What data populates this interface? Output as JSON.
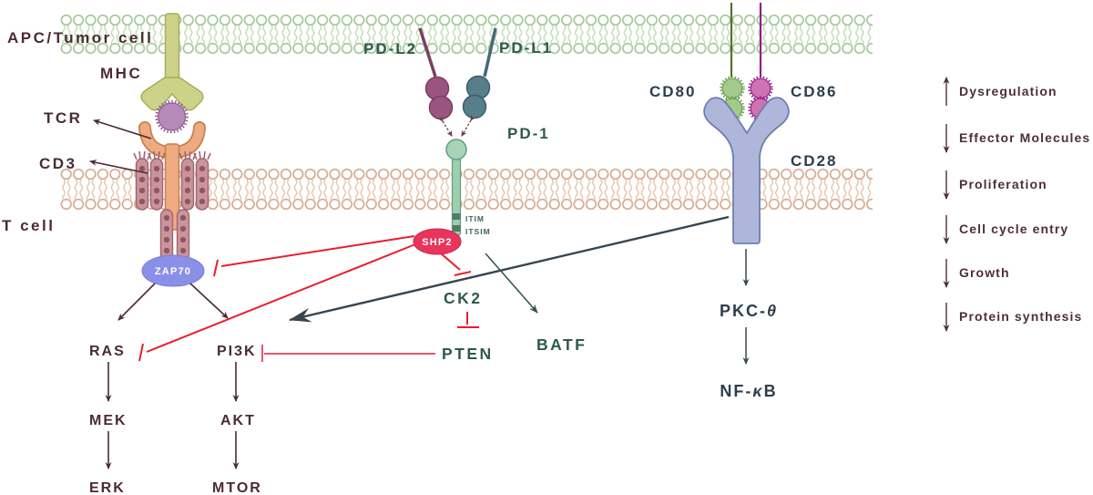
{
  "diagram": {
    "cells": {
      "apc": "APC/Tumor cell",
      "t_cell": "T cell"
    },
    "molecules": {
      "mhc": "MHC",
      "tcr": "TCR",
      "cd3": "CD3",
      "pdl2": "PD-L2",
      "pdl1": "PD-L1",
      "pd1": "PD-1",
      "itim": "ITIM",
      "itsim": "ITSIM",
      "shp2": "SHP2",
      "zap70": "ZAP70",
      "cd80": "CD80",
      "cd86": "CD86",
      "cd28": "CD28",
      "ras": "RAS",
      "mek": "MEK",
      "erk": "ERK",
      "pi3k": "PI3K",
      "akt": "AKT",
      "mtor": "MTOR",
      "ck2": "CK2",
      "pten": "PTEN",
      "batf": "BATF"
    },
    "pkc": {
      "prefix": "PKC-",
      "theta": "θ"
    },
    "nfkb": {
      "prefix": "NF-",
      "kappa": "κ",
      "suffix": "B"
    },
    "effects": [
      {
        "label": "Dysregulation",
        "direction": "up"
      },
      {
        "label": "Effector Molecules",
        "direction": "down"
      },
      {
        "label": "Proliferation",
        "direction": "down"
      },
      {
        "label": "Cell cycle entry",
        "direction": "down"
      },
      {
        "label": "Growth",
        "direction": "down"
      },
      {
        "label": "Protein synthesis",
        "direction": "down"
      }
    ],
    "colors": {
      "inhibition_red": "#ec1c2c",
      "pten_inhibition_pink": "#e8566e",
      "activation_maroon": "#4a2b33",
      "navy": "#2d3e4e",
      "green_text": "#2f5a49",
      "shp2_fill": "#e9345c",
      "zap70_fill": "#8a90e8",
      "apc_membrane_green": "#a3c999",
      "tcell_membrane_tan": "#d6ab8f"
    }
  }
}
